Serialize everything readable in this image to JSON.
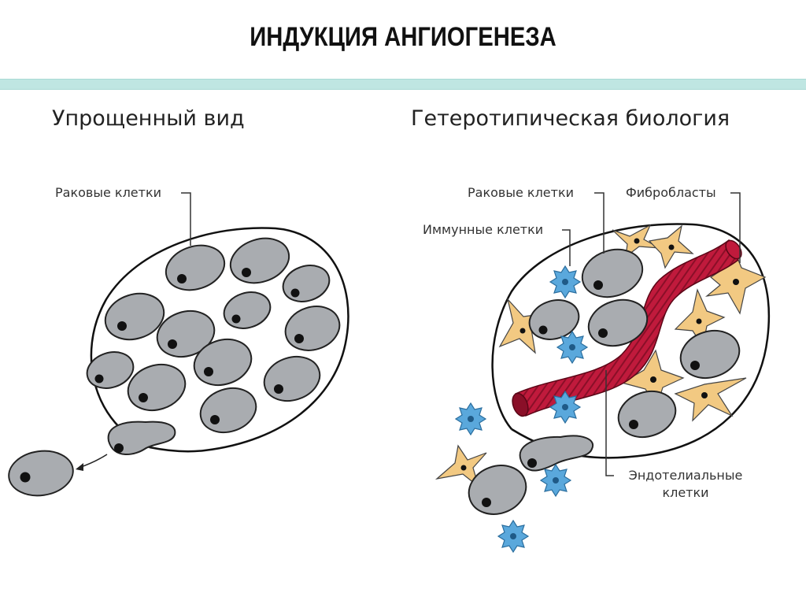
{
  "title": "ИНДУКЦИЯ АНГИОГЕНЕЗА",
  "left_panel": {
    "heading": "Упрощенный вид",
    "label_cancer": "Раковые клетки"
  },
  "right_panel": {
    "heading": "Гетеротипическая биология",
    "label_cancer": "Раковые клетки",
    "label_fibroblasts": "Фибробласты",
    "label_immune": "Иммунные клетки",
    "label_endothelial_1": "Эндотелиальные",
    "label_endothelial_2": "клетки"
  },
  "colors": {
    "accent_band": "#bfe6e2",
    "cancer_cell": "#a9acb0",
    "fibroblast": "#f2c982",
    "immune_cell": "#5aa8dc",
    "vessel": "#c01a3c"
  }
}
